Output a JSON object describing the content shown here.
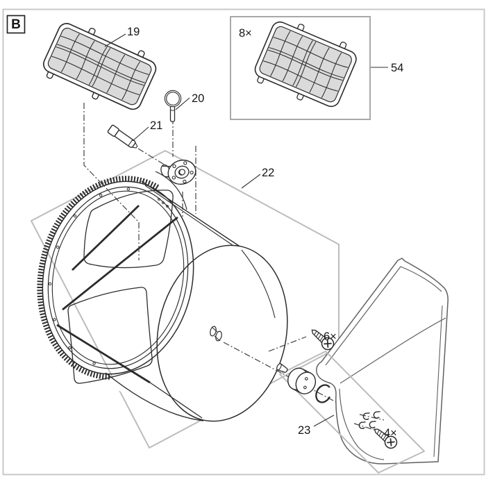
{
  "colors": {
    "line": "#2b2b2b",
    "construction": "#bcbcbc",
    "panel_fill": "#dadada",
    "tank_line": "#606060",
    "frame": "#c8c8c8",
    "text": "#151515"
  },
  "view": {
    "badge": "B"
  },
  "callouts": {
    "panel_grid": "19",
    "ring_pin": "20",
    "locking_pin": "21",
    "drum_assembly": "22",
    "bearing_kit": "23",
    "spare_grid": "54"
  },
  "quantities": {
    "spare_grid": "8×",
    "screw_front": "6×",
    "screw_bottom": "4×"
  }
}
